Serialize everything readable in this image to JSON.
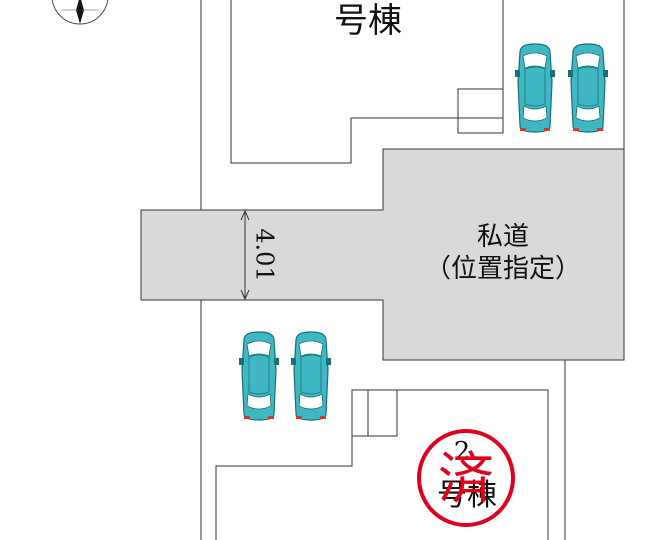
{
  "lot_top_label": "号棟",
  "road": {
    "label_line1": "私道",
    "label_line2": "（位置指定）",
    "width_dimension": "4.01"
  },
  "lot_bottom": {
    "label_prefix": "2",
    "label": "号棟",
    "sold_stamp": "済"
  },
  "colors": {
    "road_fill": "#d9d9d9",
    "line": "#333333",
    "car_body": "#3fb8c4",
    "car_body_dark": "#1f8e9a",
    "stamp": "#e0001b"
  },
  "icons": {
    "compass": "north-arrow-icon",
    "car": "car-topview-icon"
  }
}
